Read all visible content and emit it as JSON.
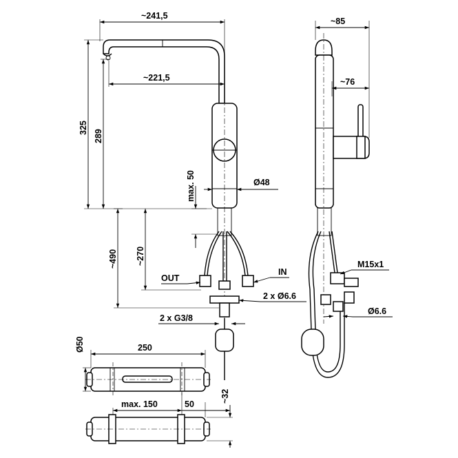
{
  "dimensions": {
    "spout_reach_total": "~241,5",
    "spout_reach_inner": "~221,5",
    "total_height": "325",
    "spout_height": "289",
    "max_counter_thickness": "max. 50",
    "body_diameter": "Ø48",
    "hose_length_long": "~490",
    "hose_length_short": "~270",
    "outlet_label": "OUT",
    "inlet_label": "IN",
    "hose_hole_diameter": "2 x Ø6.6",
    "connection_thread": "2 x G3/8",
    "side_depth": "~85",
    "lever_offset": "~76",
    "thread_m": "M15x1",
    "side_hole_diameter": "Ø6.6",
    "weight_diameter": "Ø50",
    "weight_length": "250",
    "weight_max_offset": "max. 150",
    "weight_offset": "50",
    "weight_height": "~32"
  }
}
